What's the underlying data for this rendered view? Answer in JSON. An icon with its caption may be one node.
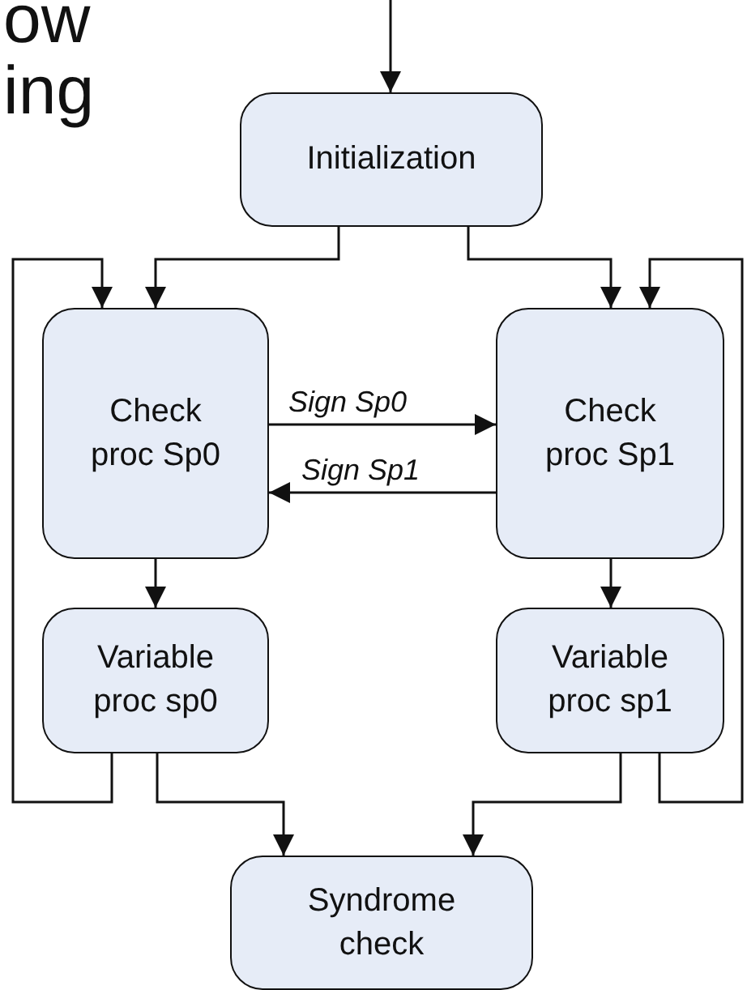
{
  "diagram": {
    "nodes": [
      {
        "text": [
          "Initialization"
        ]
      },
      {
        "text": [
          "Check proc Sp0"
        ]
      },
      {
        "text": [
          "Check proc Sp1"
        ]
      },
      {
        "text": [
          "Variable proc sp0"
        ]
      },
      {
        "text": [
          "Variable proc sp1"
        ]
      },
      {
        "text": [
          "Syndrome check"
        ]
      }
    ],
    "edges": [
      {
        "from": null,
        "to": 0,
        "arrow": "to"
      },
      {
        "from": 0,
        "to": 1,
        "arrow": "to"
      },
      {
        "from": 0,
        "to": 2,
        "arrow": "to"
      },
      {
        "from": 3,
        "to": 1,
        "arrow": "to"
      },
      {
        "from": 4,
        "to": 2,
        "arrow": "to"
      },
      {
        "from": 1,
        "to": 2,
        "label": "Sign Sp0",
        "arrow": "to"
      },
      {
        "from": 2,
        "to": 1,
        "label": "Sign Sp1",
        "arrow": "to"
      },
      {
        "from": 1,
        "to": 3,
        "arrow": "to"
      },
      {
        "from": 2,
        "to": 4,
        "arrow": "to"
      },
      {
        "from": 3,
        "to": 5,
        "arrow": "to"
      },
      {
        "from": 4,
        "to": 5,
        "arrow": "to"
      }
    ],
    "labels": [
      "ow",
      "ing"
    ]
  }
}
